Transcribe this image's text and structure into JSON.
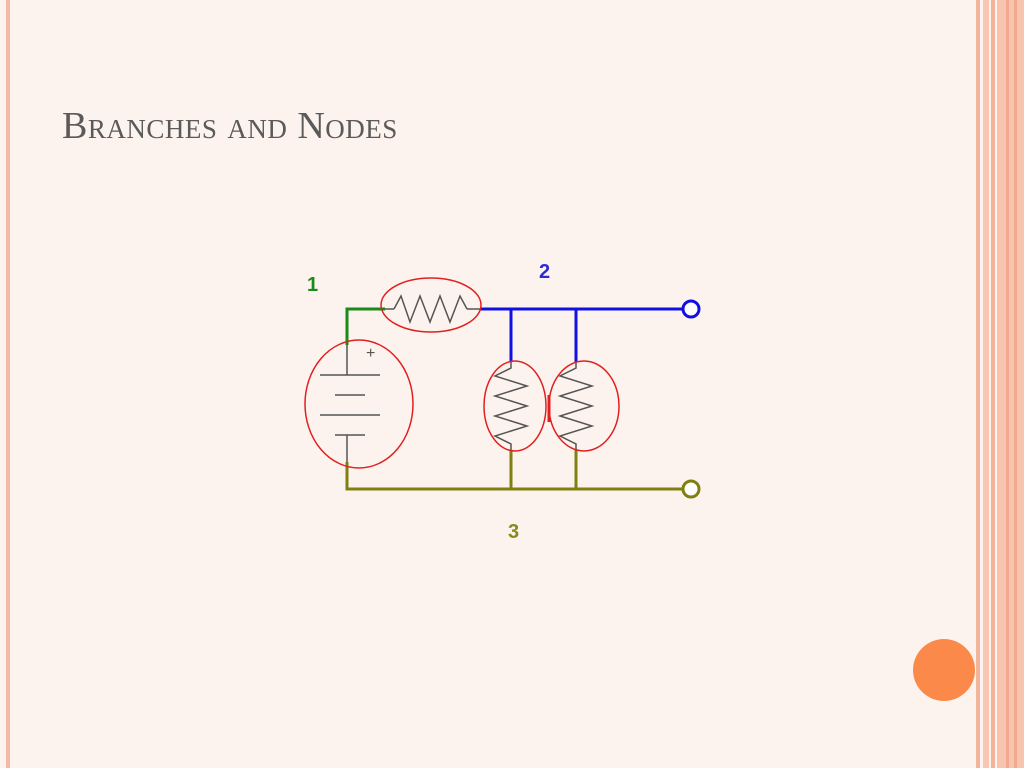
{
  "slide": {
    "title": "Branches and Nodes"
  },
  "diagram": {
    "nodes": [
      {
        "label": "1",
        "color": "#1a8a1a"
      },
      {
        "label": "2",
        "color": "#2a2ad8"
      },
      {
        "label": "3",
        "color": "#8a8a1a"
      }
    ],
    "battery_plus_symbol": "+",
    "colors": {
      "node1_wire": "#1a8a1a",
      "node2_wire": "#1010e0",
      "node3_wire": "#808010",
      "branch_highlight": "#e02020",
      "component": "#555555"
    }
  },
  "theme": {
    "background": "#fdf3ee",
    "title_color": "#5a5a5a",
    "accent_dot": "#fb8a4a",
    "stripe": "#f6b9a4"
  }
}
